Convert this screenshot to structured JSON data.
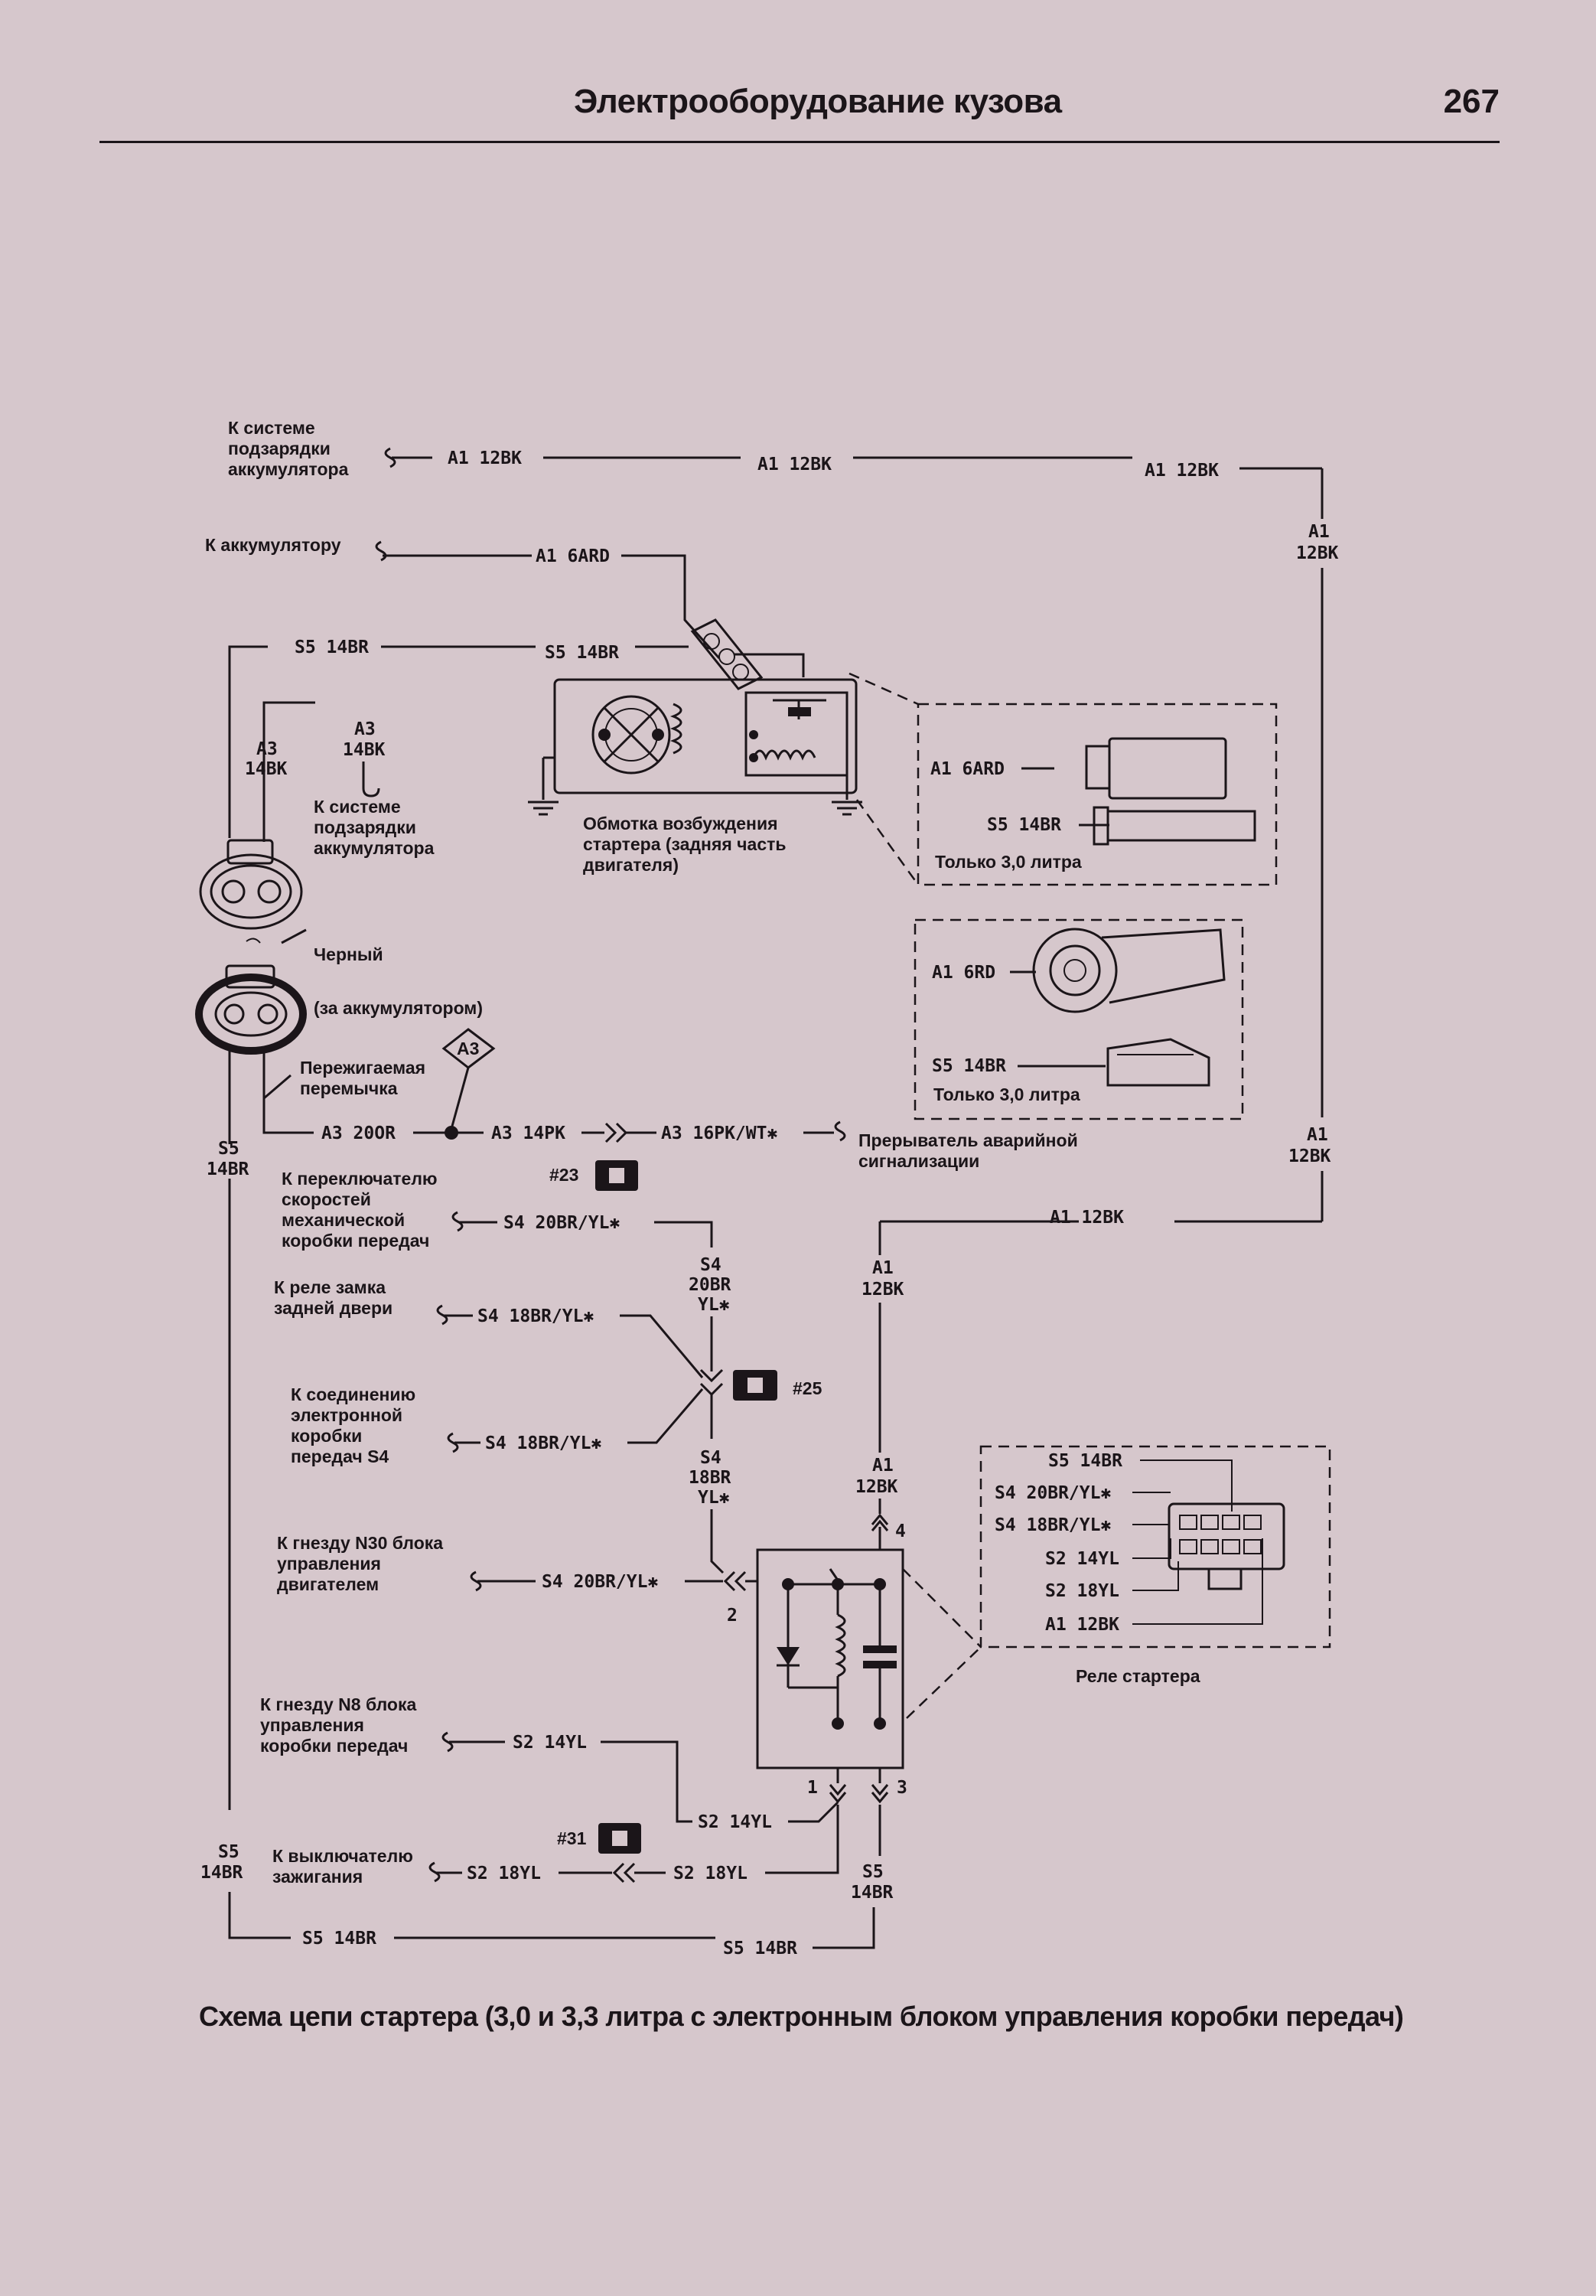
{
  "header": {
    "title": "Электрооборудование кузова",
    "page_number": "267"
  },
  "caption": "Схема цепи стартера (3,0 и 3,3 литра с электронным блоком управления коробки передач)",
  "labels": {
    "to_charging_1": [
      "К системе",
      "подзарядки",
      "аккумулятора"
    ],
    "to_battery": "К аккумулятору",
    "to_charging_2": [
      "К системе",
      "подзарядки",
      "аккумулятора"
    ],
    "starter_field": [
      "Обмотка возбуждения",
      "стартера (задняя часть",
      "двигателя)"
    ],
    "black": "Черный",
    "behind_battery": "(за аккумулятором)",
    "fusible_link": [
      "Пережигаемая",
      "перемычка"
    ],
    "hazard_flasher": [
      "Прерыватель аварийной",
      "сигнализации"
    ],
    "manual_gear_switch": [
      "К переключателю",
      "скоростей",
      "механической",
      "коробки передач"
    ],
    "liftgate_relay": [
      "К реле замка",
      "задней двери"
    ],
    "tcm_s4_joint": [
      "К соединению",
      "электронной",
      "коробки",
      "передач S4"
    ],
    "ecm_n30": [
      "К гнезду N30 блока",
      "управления",
      "двигателем"
    ],
    "tcm_n8": [
      "К гнезду N8 блока",
      "управления",
      "коробки передач"
    ],
    "ignition_switch": [
      "К выключателю",
      "зажигания"
    ],
    "only_3l_a": "Только 3,0 литра",
    "only_3l_b": "Только 3,0 литра",
    "starter_relay": "Реле стартера"
  },
  "wires": {
    "a1_12bk_1": "A1 12BK",
    "a1_12bk_2": "A1 12BK",
    "a1_12bk_3": "A1 12BK",
    "a1_12bk_right_top": [
      "A1",
      "12BK"
    ],
    "a1_6ard": "A1 6ARD",
    "s5_14br_1": "S5 14BR",
    "s5_14br_2": "S5 14BR",
    "a3_14bk_1": [
      "A3",
      "14BK"
    ],
    "a3_14bk_2": [
      "A3",
      "14BK"
    ],
    "s5_14br_left": [
      "S5",
      "14BR"
    ],
    "a3_20or": "A3 20OR",
    "a3_14pk": "A3 14PK",
    "a3_16pk_wt": "A3 16PK/WT✱",
    "a1_12bk_right_mid": [
      "A1",
      "12BK"
    ],
    "a1_12bk_4": "A1 12BK",
    "s4_20br_yl_1": "S4 20BR/YL✱",
    "s4_20br_yl_vert": [
      "S4",
      "20BR",
      "YL✱"
    ],
    "a1_12bk_vert": [
      "A1",
      "12BK"
    ],
    "s4_18br_yl_1": "S4 18BR/YL✱",
    "s4_18br_yl_2": "S4 18BR/YL✱",
    "s4_18br_yl_vert": [
      "S4",
      "18BR",
      "YL✱"
    ],
    "a1_12bk_vert2": [
      "A1",
      "12BK"
    ],
    "s4_20br_yl_2": "S4 20BR/YL✱",
    "s2_14yl_1": "S2 14YL",
    "s2_14yl_2": "S2 14YL",
    "s5_14br_left2": [
      "S5",
      "14BR"
    ],
    "s2_18yl_1": "S2 18YL",
    "s2_18yl_2": "S2 18YL",
    "s5_14br_vert": [
      "S5",
      "14BR"
    ],
    "s5_14br_bottom_1": "S5 14BR",
    "s5_14br_bottom_2": "S5 14BR"
  },
  "inset1": {
    "a1": "A1 6ARD",
    "s5": "S5 14BR"
  },
  "inset2": {
    "a1": "A1 6RD",
    "s5": "S5 14BR"
  },
  "relay_pins": {
    "title_rows": [
      "S5 14BR",
      "S4 20BR/YL✱",
      "S4 18BR/YL✱",
      "S2 14YL",
      "S2 18YL",
      "A1 12BK"
    ],
    "pin1": "1",
    "pin2": "2",
    "pin3": "3",
    "pin4": "4"
  },
  "connectors": {
    "c23": "#23",
    "c25": "#25",
    "c31": "#31",
    "a3_diamond": "A3"
  }
}
